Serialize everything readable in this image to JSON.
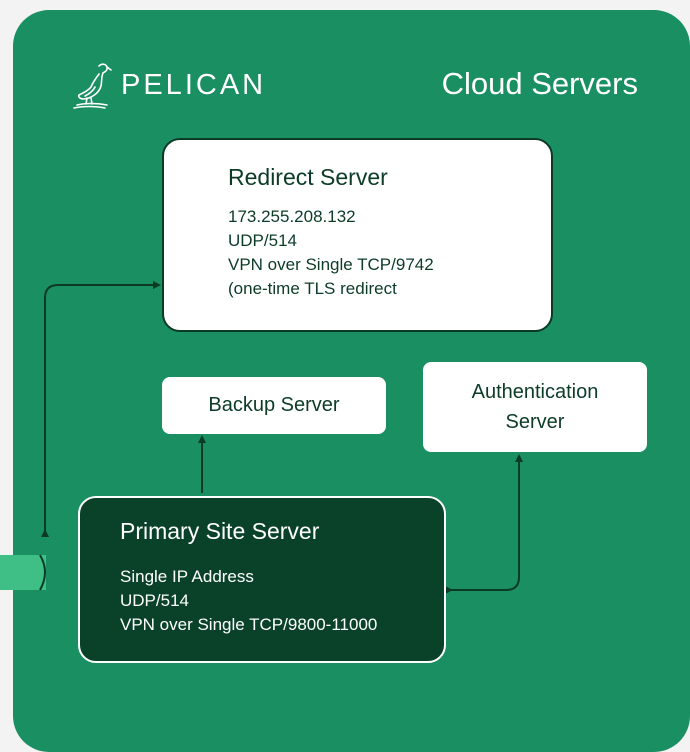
{
  "logo": {
    "name": "PELICAN"
  },
  "panel": {
    "title": "Cloud Servers"
  },
  "redirect_server": {
    "title": "Redirect Server",
    "lines": [
      "173.255.208.132",
      "UDP/514",
      "VPN over Single TCP/9742",
      "(one-time TLS redirect"
    ]
  },
  "backup_server": {
    "title": "Backup Server"
  },
  "auth_server": {
    "title_line1": "Authentication",
    "title_line2": "Server"
  },
  "primary_server": {
    "title": "Primary Site Server",
    "lines": [
      "Single IP Address",
      "UDP/514",
      "VPN over Single TCP/9800-11000"
    ]
  },
  "colors": {
    "background": "#f3f3f3",
    "panel": "#1a8f62",
    "primary_box": "#0a4229",
    "connector": "#0b3a27",
    "pipe": "#3fbe86"
  }
}
